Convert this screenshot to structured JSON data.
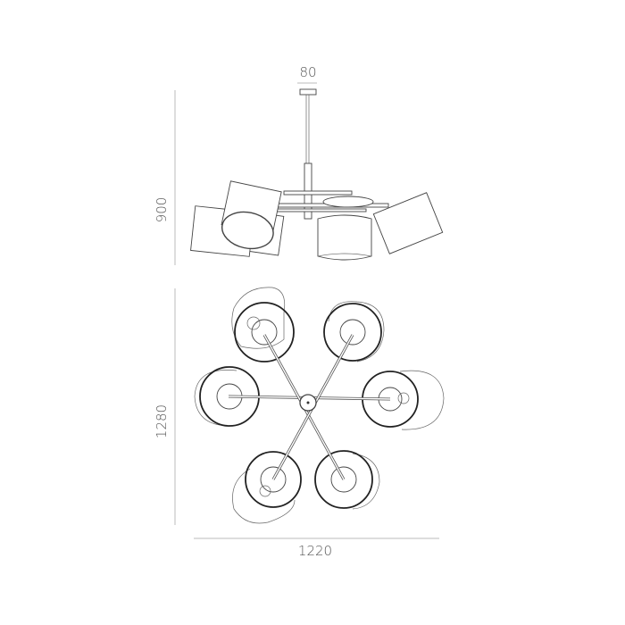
{
  "dimensions": {
    "canopy_width": "80",
    "height": "900",
    "depth": "1280",
    "width": "1220"
  },
  "colors": {
    "line": "#444444",
    "dimension_line": "#bbbbbb",
    "text": "#555555"
  }
}
